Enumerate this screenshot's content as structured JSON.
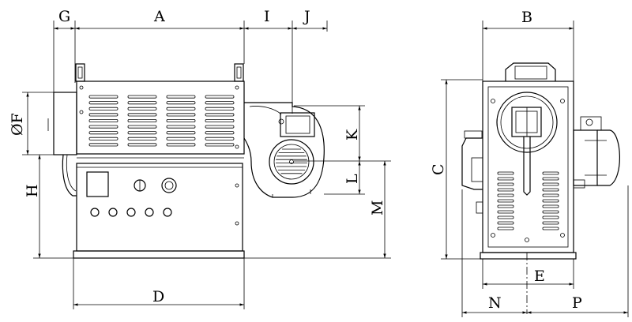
{
  "drawing": {
    "type": "technical dimension drawing",
    "views": [
      "front view",
      "side view"
    ],
    "dimension_labels": {
      "A": "A",
      "B": "B",
      "C": "C",
      "D": "D",
      "E": "E",
      "F": "ØF",
      "G": "G",
      "H": "H",
      "I": "I",
      "J": "J",
      "K": "K",
      "L": "L",
      "M": "M",
      "N": "N",
      "P": "P"
    }
  }
}
